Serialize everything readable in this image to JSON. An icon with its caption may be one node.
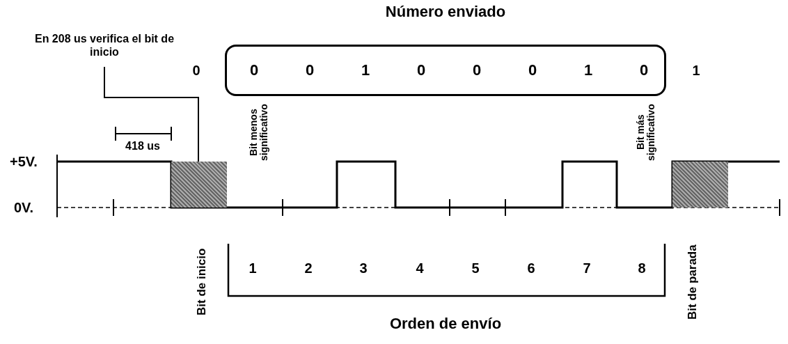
{
  "diagram": {
    "nodes": [
      {
        "text": [
          "Número enviado",
          "0",
          "0",
          "1",
          "0",
          "0",
          "0",
          "1",
          "0"
        ]
      },
      {
        "text": [
          "En 208 us verifica el bit de inicio"
        ]
      },
      {
        "text": [],
        "shape": "box"
      },
      {
        "text": [],
        "shape": "box"
      }
    ],
    "edges": [
      {
        "from": 1,
        "to": 2,
        "arrow": "none"
      }
    ],
    "labels": [
      "0",
      "1",
      "418 us",
      "+5V.",
      "Bit menos significativo",
      "Bit más significativo",
      "0V.",
      "Bit de inicio",
      "1",
      "2",
      "3",
      "4",
      "5",
      "6",
      "7",
      "8",
      "Orden de envío",
      "Bit de parada"
    ]
  }
}
